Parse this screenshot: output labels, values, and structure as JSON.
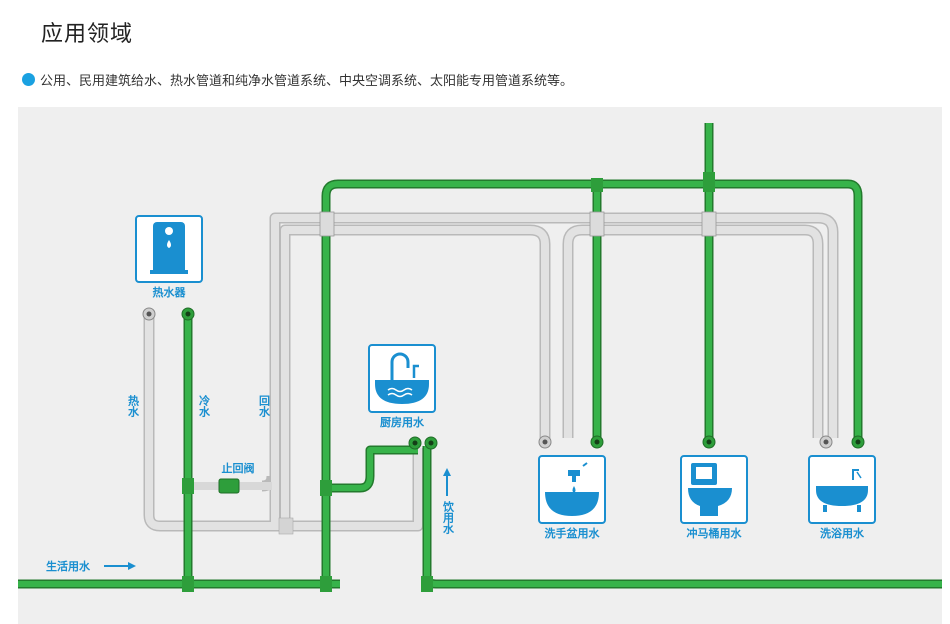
{
  "title": "应用领域",
  "description": "公用、民用建筑给水、热水管道和纯净水管道系统、中央空调系统、太阳能专用管道系统等。",
  "diagram": {
    "water_heater": "热水器",
    "kitchen": "厨房用水",
    "washbasin": "洗手盆用水",
    "toilet": "冲马桶用水",
    "bathtub": "洗浴用水",
    "hot_water": "热水",
    "cold_water": "冷水",
    "return_water": "回水",
    "check_valve": "止回阀",
    "drinking_water": "饮用水",
    "domestic_water": "生活用水"
  },
  "colors": {
    "accent": "#1aa1e1",
    "green_pipe": "#2e9e3b",
    "grey_pipe": "#d4d4d4",
    "label": "#1a8fd0"
  }
}
